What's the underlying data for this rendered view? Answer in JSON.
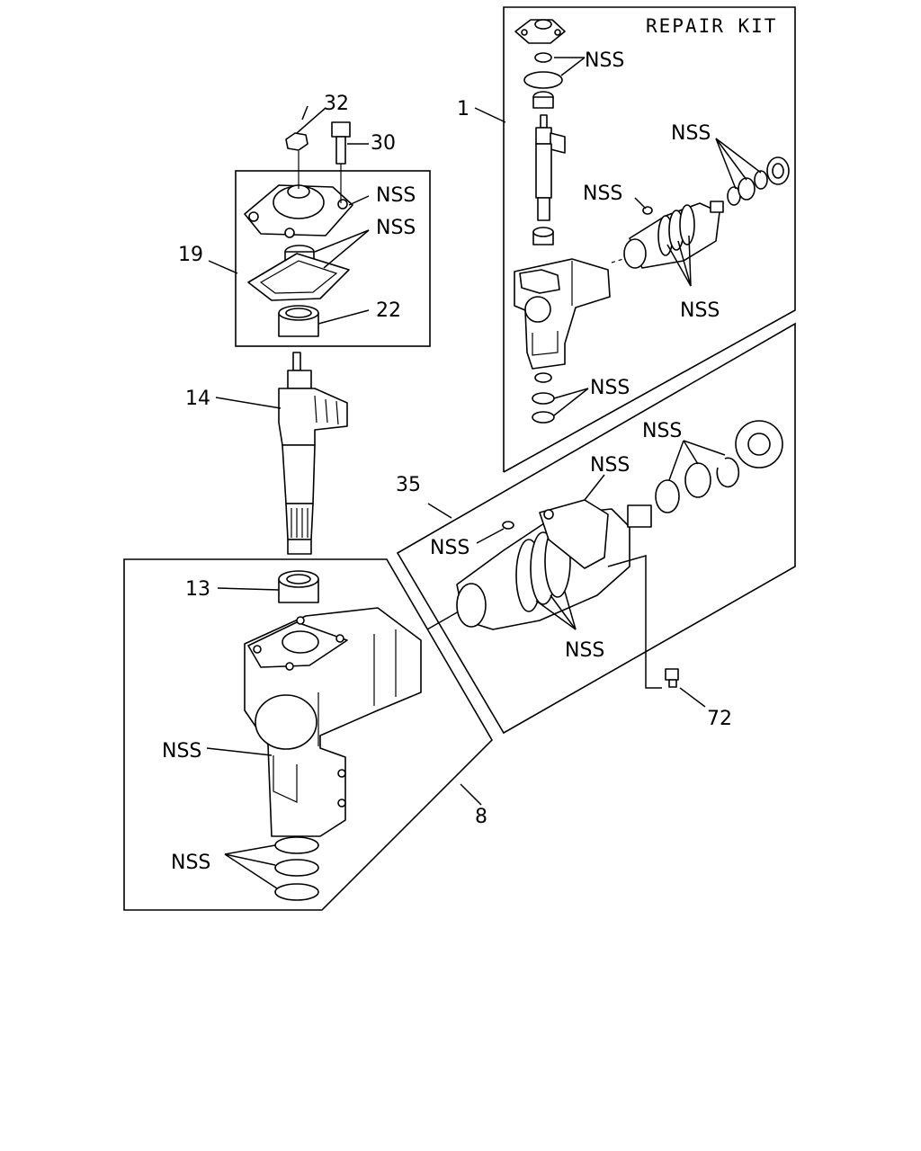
{
  "title": "REPAIR KIT",
  "callouts": {
    "c1": "1",
    "c8": "8",
    "c13": "13",
    "c14": "14",
    "c19": "19",
    "c22": "22",
    "c30": "30",
    "c32": "32",
    "c35": "35",
    "c72": "72"
  },
  "nss": "NSS"
}
